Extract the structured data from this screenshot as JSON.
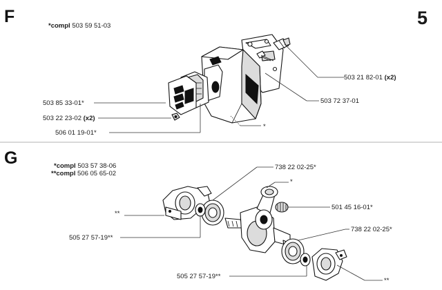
{
  "page_number": "5",
  "accent_color": "#e0201b",
  "section_f": {
    "letter": "F",
    "compl": {
      "prefix": "*compl",
      "number": "503 59 51-03"
    },
    "callouts": [
      {
        "number": "503 21 82-01",
        "qty": "(x2)"
      },
      {
        "number": "503 72 37-01",
        "qty": ""
      },
      {
        "number": "503 85 33-01*",
        "qty": ""
      },
      {
        "number": "503 22 23-02",
        "qty": "(x2)"
      },
      {
        "number": "*",
        "qty": ""
      },
      {
        "number": "506 01 19-01*",
        "qty": ""
      }
    ]
  },
  "section_g": {
    "letter": "G",
    "compl": [
      {
        "prefix": "*compl",
        "number": "503 57 38-06"
      },
      {
        "prefix": "**compl",
        "number": "506 05 65-02"
      }
    ],
    "callouts": [
      {
        "number": "738 22 02-25*",
        "qty": ""
      },
      {
        "number": "*",
        "qty": ""
      },
      {
        "number": "501 45 16-01*",
        "qty": ""
      },
      {
        "number": "**",
        "qty": ""
      },
      {
        "number": "505 27 57-19**",
        "qty": ""
      },
      {
        "number": "738 22 02-25*",
        "qty": ""
      },
      {
        "number": "505 27 57-19**",
        "qty": ""
      },
      {
        "number": "**",
        "qty": ""
      }
    ]
  }
}
